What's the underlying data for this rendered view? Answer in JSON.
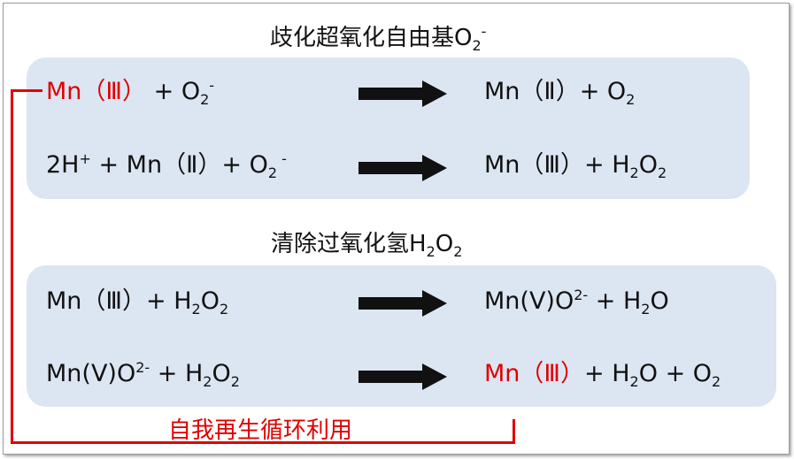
{
  "heading1": {
    "text": "歧化超氧化自由基O",
    "sub": "2",
    "sup": "-"
  },
  "heading2": {
    "text": "清除过氧化氢H",
    "sub": "2",
    "rest": "O",
    "sub2": "2"
  },
  "reactions_top": [
    {
      "left": {
        "mn": "Mn（Ⅲ）",
        "plus": " + O",
        "sub": "2",
        "sup": "-"
      },
      "right": {
        "text": "Mn（Ⅱ）+ O",
        "sub": "2"
      }
    },
    {
      "left": {
        "a": "2H",
        "sup1": "+",
        "b": " + Mn（Ⅱ）+ O",
        "sub": "2",
        "sup": " -"
      },
      "right": {
        "text": "Mn（Ⅲ）+ H",
        "sub": "2",
        "rest": "O",
        "sub2": "2"
      }
    }
  ],
  "reactions_bottom": [
    {
      "left": {
        "text": "Mn（Ⅲ）+ H",
        "sub": "2",
        "rest": "O",
        "sub2": "2"
      },
      "right": {
        "text": "Mn(V)O",
        "sup": "2-",
        "rest": " + H",
        "sub": "2",
        "rest2": "O"
      }
    },
    {
      "left": {
        "text": "Mn(V)O",
        "sup": "2-",
        "rest": " + H",
        "sub": "2",
        "rest2": "O",
        "sub2": "2"
      },
      "right": {
        "mn": "Mn（Ⅲ）",
        "text": "+ H",
        "sub": "2",
        "rest": "O + O",
        "sub2": "2"
      }
    }
  ],
  "cycle_label": "自我再生循环利用",
  "colors": {
    "red": "#e00000",
    "panel": "#dce6f2",
    "arrow": "#111111"
  }
}
